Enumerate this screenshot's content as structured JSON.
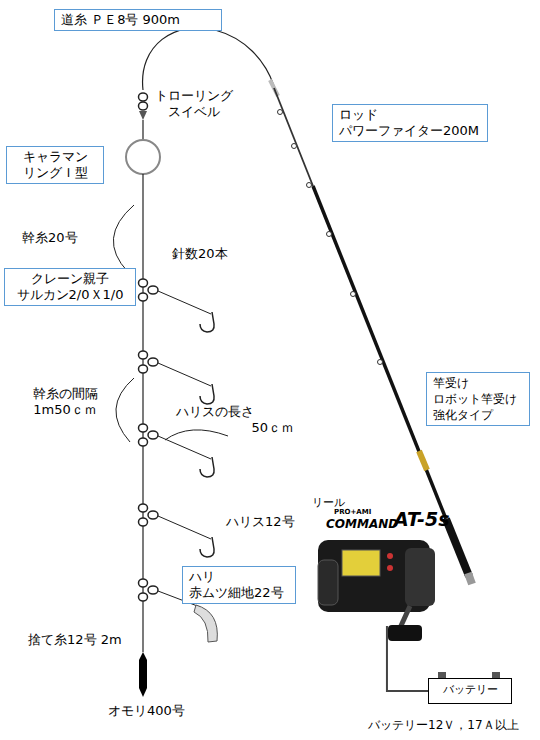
{
  "diagram": {
    "nodes": [
      {
        "text": [
          "道糸 ＰＥ8号 900m"
        ]
      },
      {
        "text": [
          "キャラマン リングＩ型"
        ]
      },
      {
        "text": [
          "クレーン親子 サルカン2/0Ｘ1/0"
        ]
      },
      {
        "text": [
          "ハリ 赤ムツ細地22号"
        ]
      },
      {
        "text": [
          "ロッド パワーファイター200M"
        ]
      },
      {
        "text": [
          "竿受け ロボット竿受け 強化タイプ"
        ]
      },
      {
        "text": [
          "リール"
        ]
      },
      {
        "text": [
          "バッテリー"
        ]
      }
    ],
    "edges": [
      {
        "from": 6,
        "to": 7,
        "arrow": "none"
      }
    ],
    "labels": [
      "トローリング スイベル",
      "幹糸20号",
      "針数20本",
      "幹糸の間隔 1m50ｃｍ",
      "ハリスの長さ 50ｃｍ",
      "ハリス12号",
      "捨て糸12号 2m",
      "オモリ400号",
      "PRO+AMI",
      "COMMAND",
      "AT-5s",
      "バッテリー12Ｖ，17Ａ以上"
    ]
  }
}
